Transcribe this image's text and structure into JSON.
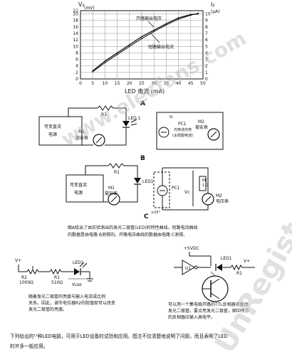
{
  "watermark": {
    "site": "www.elecfans.com",
    "brand": "UnRegistered"
  },
  "chart_data": {
    "type": "line",
    "axis_left_label": "V₂",
    "axis_left_unit": "(mV)",
    "axis_right_label": "I₂",
    "axis_right_unit": "(µA)",
    "x_ticks": [
      "0",
      "5",
      "10",
      "15",
      "20",
      "25",
      "30",
      "35",
      "40",
      "45",
      "50"
    ],
    "y_left_ticks": [
      "0",
      "2",
      "4",
      "6",
      "8",
      "10",
      "12",
      "14",
      "16",
      "18",
      "20",
      "21"
    ],
    "y_right_ticks": [
      "0",
      "1",
      "2",
      "3",
      "4",
      "5",
      "6",
      "7",
      "8",
      "9",
      "10"
    ],
    "xlabel": "LED 电流 (mA)",
    "figure_label": "A",
    "xlim": [
      0,
      50
    ],
    "ylim_left": [
      0,
      21
    ],
    "ylim_right": [
      0,
      10.5
    ],
    "series": [
      {
        "name": "开路输出电压",
        "x": [
          5,
          10,
          15,
          20,
          25,
          30,
          35,
          40,
          45,
          48
        ],
        "y": [
          2.5,
          5.5,
          8.0,
          10.5,
          13.0,
          15.0,
          17.0,
          18.8,
          19.8,
          20.0
        ]
      },
      {
        "name": "短路输出电流",
        "x": [
          5,
          10,
          15,
          20,
          25,
          30,
          35,
          40,
          45,
          48
        ],
        "y": [
          2.2,
          5.0,
          7.5,
          10.0,
          12.4,
          14.6,
          16.6,
          18.4,
          19.6,
          20.2
        ]
      }
    ]
  },
  "circuit_b": {
    "source": [
      "可变直流",
      "电源"
    ],
    "r1": "R1",
    "led1": "LED 1",
    "m1": [
      "M1",
      "毫安表"
    ],
    "ic": "Iᴄ",
    "pc1": [
      "PC1",
      "光电池光电",
      "(太阳能电池)"
    ],
    "m2": [
      "M2",
      "毫安表"
    ],
    "figure_label": "B"
  },
  "circuit_c": {
    "source": [
      "可变直流",
      "电源"
    ],
    "r1": "R1",
    "led1": "LED1",
    "m1": [
      "M1",
      "毫安表"
    ],
    "pc1": "PC1",
    "vc": "Vᴄ",
    "res_ohm": [
      "RE",
      "1 G"
    ],
    "m2": [
      "M2",
      "电压表"
    ],
    "gap": "≥15°",
    "figure_label": "C"
  },
  "caption_top": [
    "图A给出了由实验测出的发光二极管(LED)的特性曲线。短路电流曲线",
    "的数据是由电路 B测得的。开路电压曲线的数据由电路 C测得。"
  ],
  "circuit_d": {
    "vplus": "V+",
    "r2": [
      "R2",
      "1000Ω"
    ],
    "r1": [
      "R1",
      "510Ω"
    ],
    "led1": "LED1",
    "vled": "Vʟᴇᴅ",
    "caption": [
      "随着发光二极管的亮度与输入电流成比例",
      "关系。因此，调节电位器R2的阻值就可以改变",
      "发光二极管的亮度。"
    ]
  },
  "circuit_e": {
    "vcc": "+5VDC",
    "gate": "U1",
    "led1": "LED1",
    "r1": "R1",
    "vplus": "V+",
    "caption": [
      "可以用一个集电极开路的TTL反相器来驱动",
      "发光二极管。要点亮发光二极管，图中所示",
      "的反相器应输入高电平。"
    ]
  },
  "bottom_text": [
    "下列给出的¹²种LED电路，可用于LED设备的试验和应用。图注不仅清楚地说明了问题，而且表明了LED",
    "的许多一般应用。"
  ]
}
